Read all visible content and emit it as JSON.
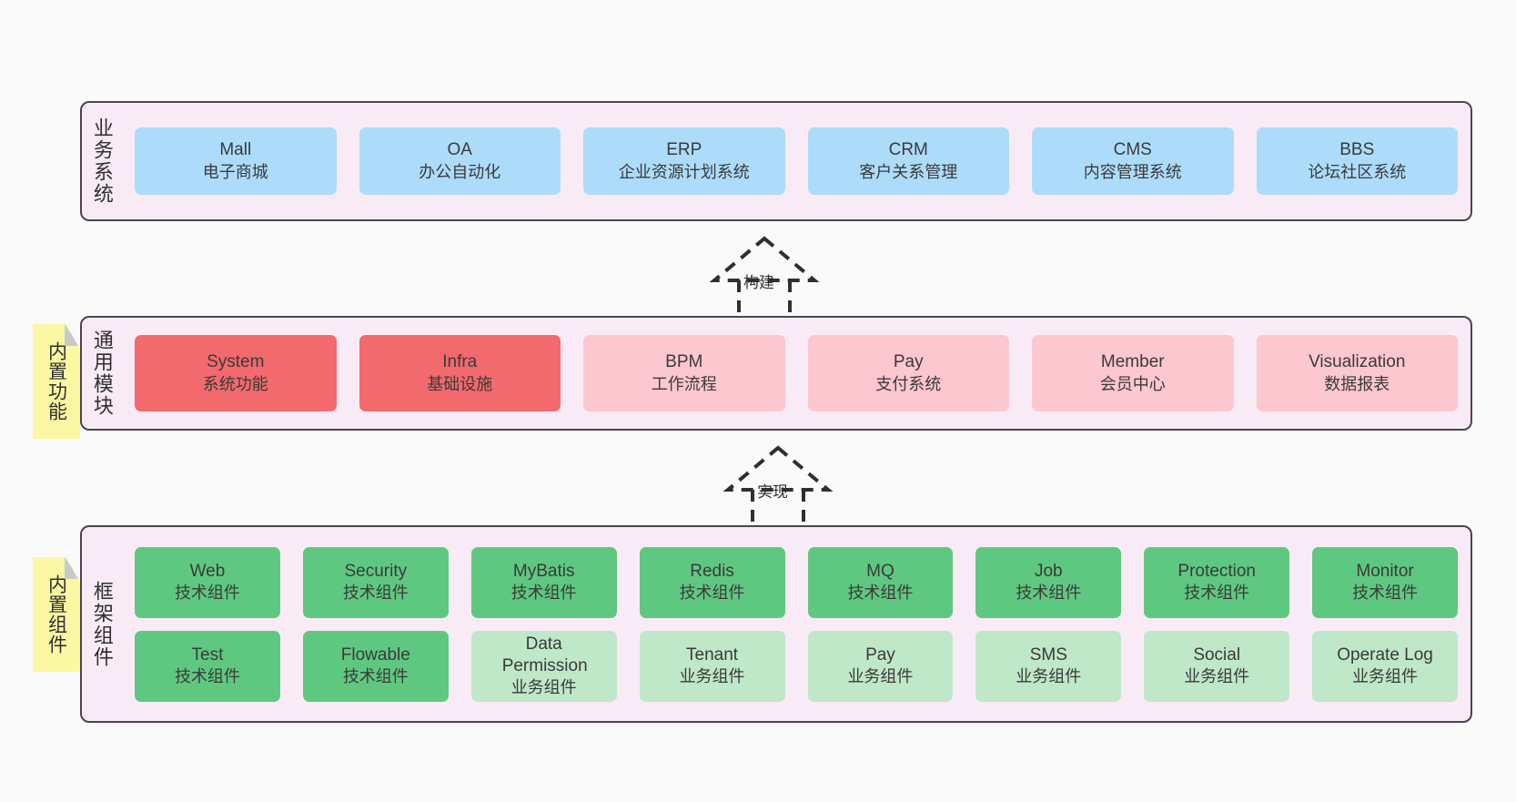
{
  "layers": [
    {
      "title": "业务系统",
      "rows": [
        {
          "cards": [
            {
              "name": "Mall",
              "sub": "电子商城",
              "style": "blue"
            },
            {
              "name": "OA",
              "sub": "办公自动化",
              "style": "blue"
            },
            {
              "name": "ERP",
              "sub": "企业资源计划系统",
              "style": "blue"
            },
            {
              "name": "CRM",
              "sub": "客户关系管理",
              "style": "blue"
            },
            {
              "name": "CMS",
              "sub": "内容管理系统",
              "style": "blue"
            },
            {
              "name": "BBS",
              "sub": "论坛社区系统",
              "style": "blue"
            }
          ]
        }
      ]
    },
    {
      "title": "通用模块",
      "note": "内置功能",
      "rows": [
        {
          "cards": [
            {
              "name": "System",
              "sub": "系统功能",
              "style": "red"
            },
            {
              "name": "Infra",
              "sub": "基础设施",
              "style": "red"
            },
            {
              "name": "BPM",
              "sub": "工作流程",
              "style": "pink"
            },
            {
              "name": "Pay",
              "sub": "支付系统",
              "style": "pink"
            },
            {
              "name": "Member",
              "sub": "会员中心",
              "style": "pink"
            },
            {
              "name": "Visualization",
              "sub": "数据报表",
              "style": "pink"
            }
          ]
        }
      ]
    },
    {
      "title": "框架组件",
      "note": "内置组件",
      "rows": [
        {
          "cards": [
            {
              "name": "Web",
              "sub": "技术组件",
              "style": "green"
            },
            {
              "name": "Security",
              "sub": "技术组件",
              "style": "green"
            },
            {
              "name": "MyBatis",
              "sub": "技术组件",
              "style": "green"
            },
            {
              "name": "Redis",
              "sub": "技术组件",
              "style": "green"
            },
            {
              "name": "MQ",
              "sub": "技术组件",
              "style": "green"
            },
            {
              "name": "Job",
              "sub": "技术组件",
              "style": "green"
            },
            {
              "name": "Protection",
              "sub": "技术组件",
              "style": "green"
            },
            {
              "name": "Monitor",
              "sub": "技术组件",
              "style": "green"
            }
          ]
        },
        {
          "cards": [
            {
              "name": "Test",
              "sub": "技术组件",
              "style": "green"
            },
            {
              "name": "Flowable",
              "sub": "技术组件",
              "style": "green"
            },
            {
              "name": "Data Permission",
              "sub": "业务组件",
              "style": "green-light"
            },
            {
              "name": "Tenant",
              "sub": "业务组件",
              "style": "green-light"
            },
            {
              "name": "Pay",
              "sub": "业务组件",
              "style": "green-light"
            },
            {
              "name": "SMS",
              "sub": "业务组件",
              "style": "green-light"
            },
            {
              "name": "Social",
              "sub": "业务组件",
              "style": "green-light"
            },
            {
              "name": "Operate Log",
              "sub": "业务组件",
              "style": "green-light"
            }
          ]
        }
      ]
    }
  ],
  "arrows": [
    {
      "label": "构建"
    },
    {
      "label": "实现"
    }
  ],
  "colors": {
    "background": "#fafafa",
    "layer_fill": "#f9ebf5",
    "layer_border": "#4b4453",
    "blue": "#addcfb",
    "red": "#f2696e",
    "pink": "#fcc7cf",
    "green": "#5fc880",
    "green_light": "#bfe8c8",
    "sticky": "#fbf8a4",
    "arrow": "#2f2f2f"
  }
}
